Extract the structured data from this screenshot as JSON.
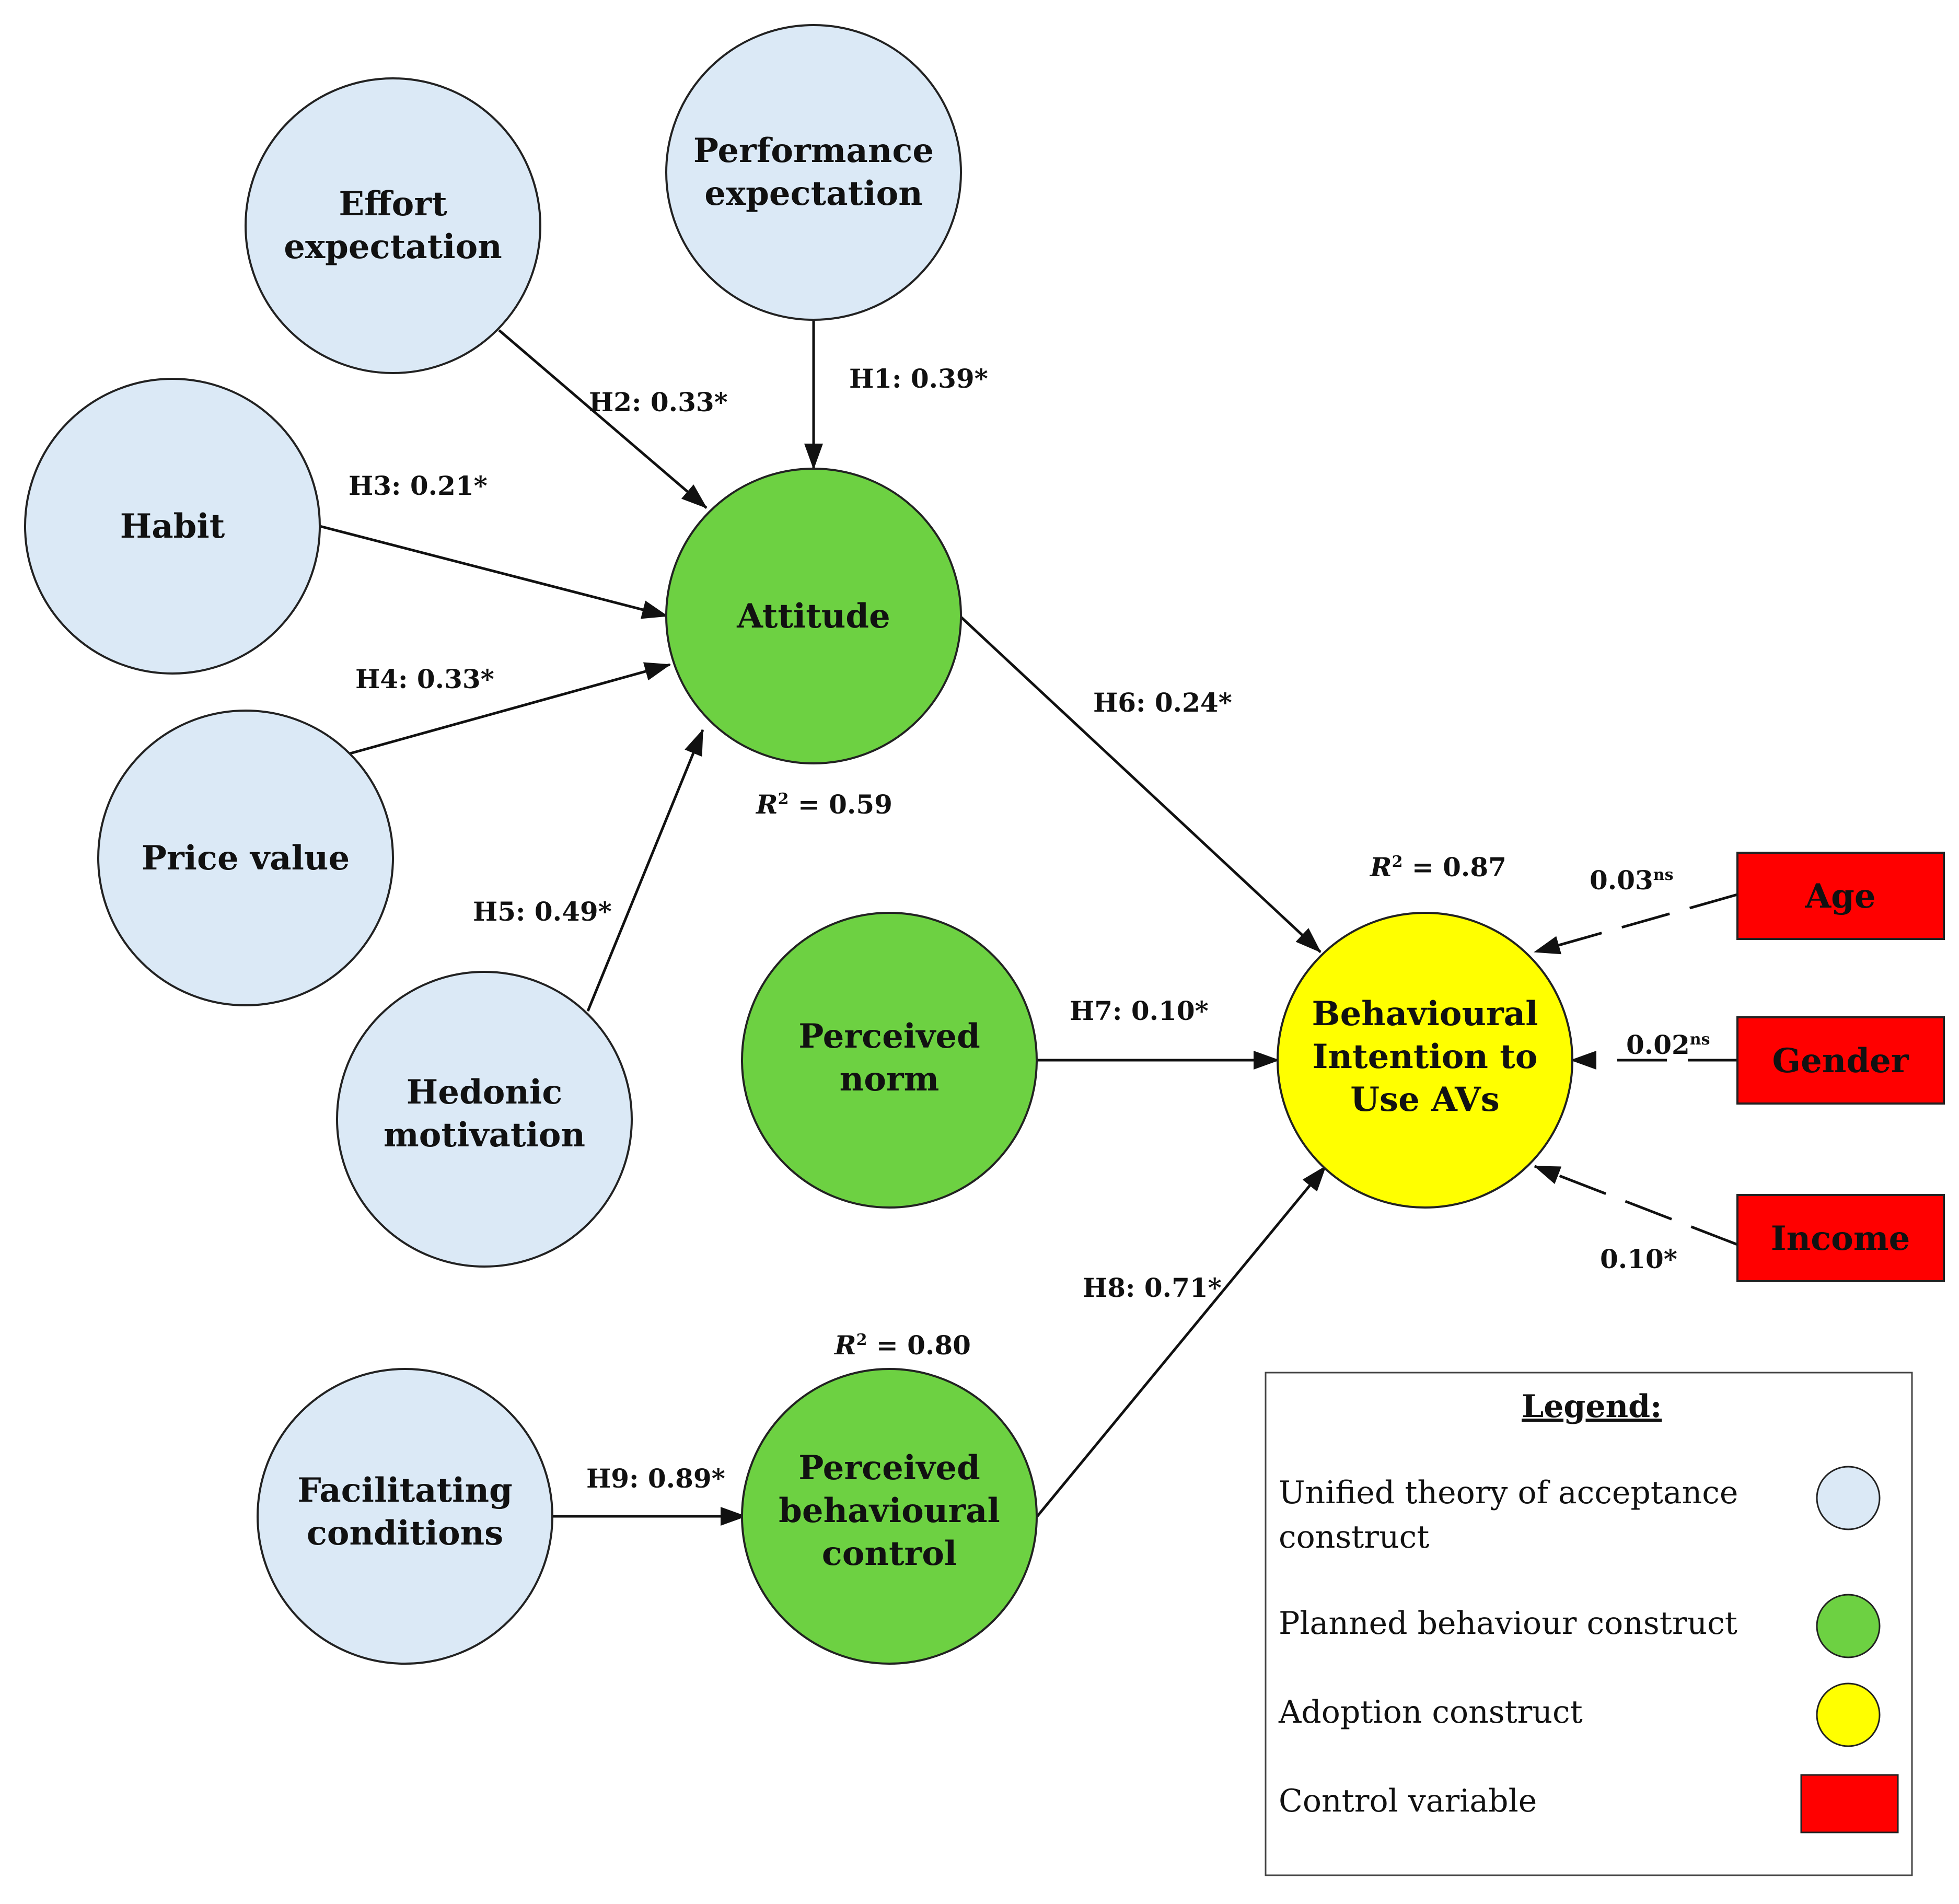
{
  "colors": {
    "utaut": "#dbe9f6",
    "tpb": "#6dd142",
    "adoption": "#ffff00",
    "control": "#ff0000",
    "stroke": "#222222"
  },
  "nodes": {
    "performance": {
      "line1": "Performance",
      "line2": "expectation"
    },
    "effort": {
      "line1": "Effort",
      "line2": "expectation"
    },
    "habit": {
      "line1": "Habit"
    },
    "price": {
      "line1": "Price value"
    },
    "hedonic": {
      "line1": "Hedonic",
      "line2": "motivation"
    },
    "attitude": {
      "line1": "Attitude"
    },
    "norm": {
      "line1": "Perceived",
      "line2": "norm"
    },
    "facilitating": {
      "line1": "Facilitating",
      "line2": "conditions"
    },
    "pbc": {
      "line1": "Perceived",
      "line2": "behavioural",
      "line3": "control"
    },
    "intention": {
      "line1": "Behavioural",
      "line2": "Intention to",
      "line3": "Use AVs"
    },
    "age": {
      "line1": "Age"
    },
    "gender": {
      "line1": "Gender"
    },
    "income": {
      "line1": "Income"
    }
  },
  "edges": {
    "h1": "H1: 0.39*",
    "h2": "H2: 0.33*",
    "h3": "H3: 0.21*",
    "h4": "H4: 0.33*",
    "h5": "H5: 0.49*",
    "h6": "H6: 0.24*",
    "h7": "H7: 0.10*",
    "h8": "H8: 0.71*",
    "h9": "H9: 0.89*",
    "age": {
      "value": "0.03",
      "sup": "ns"
    },
    "gender": {
      "value": "0.02",
      "sup": "ns"
    },
    "income": "0.10*"
  },
  "r_squared": {
    "symbol": "R",
    "exp": "2",
    "attitude": " = 0.59",
    "intention": " = 0.87",
    "pbc": " = 0.80"
  },
  "legend": {
    "title": "Legend:",
    "items": [
      {
        "line1": "Unified theory of acceptance",
        "line2": "construct"
      },
      {
        "line1": "Planned behaviour construct"
      },
      {
        "line1": "Adoption construct"
      },
      {
        "line1": "Control variable"
      }
    ]
  }
}
